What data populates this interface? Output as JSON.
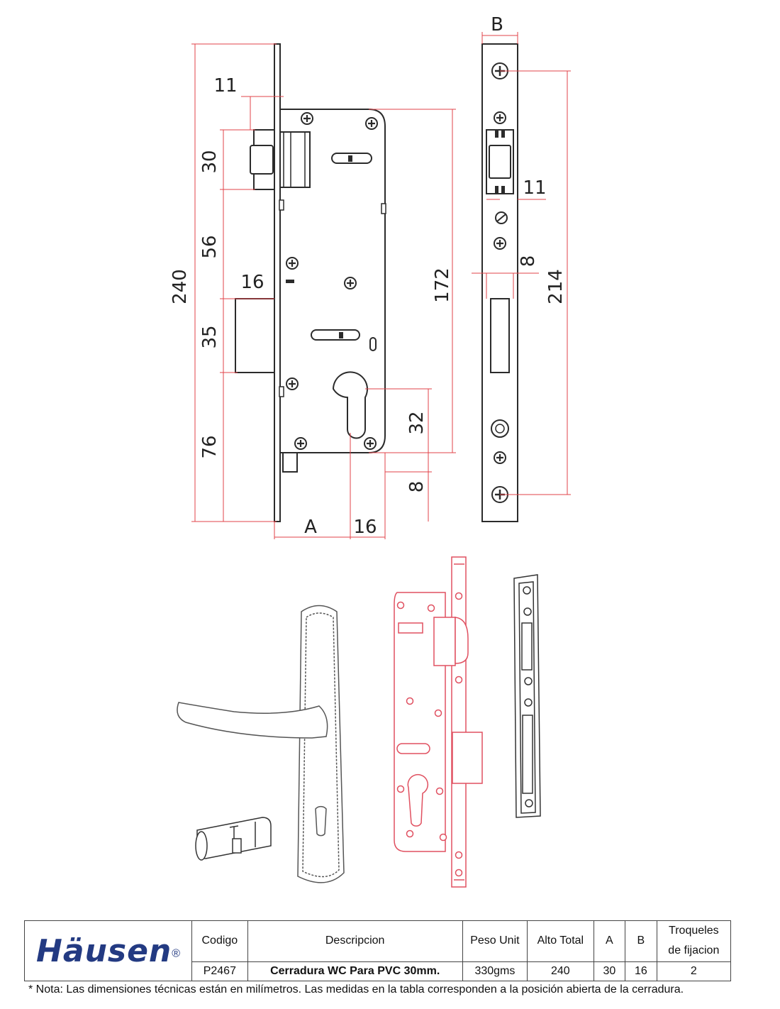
{
  "drawing": {
    "dims_side": {
      "d240": "240",
      "d11_top": "11",
      "d30": "30",
      "d56": "56",
      "d16_bolt": "16",
      "d35": "35",
      "d76": "76",
      "d172": "172",
      "d32": "32",
      "d8_bottom": "8",
      "dA": "A",
      "d16_bottom": "16"
    },
    "dims_front": {
      "dB": "B",
      "d11": "11",
      "d8": "8",
      "d214": "214"
    },
    "colors": {
      "line": "#2b2b2b",
      "dim_line": "#e2434a",
      "exploded_red": "#e05060"
    }
  },
  "spec_table": {
    "brand": "Häusen",
    "brand_mark": "®",
    "headers": {
      "codigo": "Codigo",
      "descripcion": "Descripcion",
      "peso": "Peso Unit",
      "alto": "Alto Total",
      "a": "A",
      "b": "B",
      "troqueles_1": "Troqueles",
      "troqueles_2": "de fijacion"
    },
    "row": {
      "codigo": "P2467",
      "descripcion": "Cerradura WC Para PVC 30mm.",
      "peso": "330gms",
      "alto": "240",
      "a": "30",
      "b": "16",
      "troqueles": "2"
    },
    "brand_color": "#233a82"
  },
  "note": "* Nota: Las dimensiones técnicas están en milímetros. Las medidas en la tabla corresponden a la posición abierta de la cerradura."
}
